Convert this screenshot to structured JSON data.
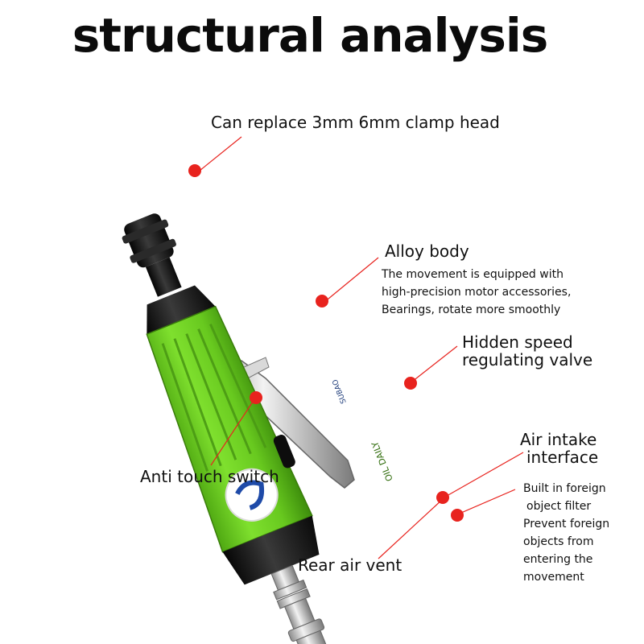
{
  "title": "structural analysis",
  "callouts": {
    "clamp": "Can replace 3mm 6mm clamp head",
    "alloy": "Alloy body",
    "alloy_desc": [
      "The movement is equipped with",
      "high-precision motor accessories,",
      "Bearings, rotate more smoothly"
    ],
    "valve": [
      "Hidden speed",
      "regulating valve"
    ],
    "air": [
      "Air intake",
      "interface"
    ],
    "air_desc": [
      "Built in foreign",
      "object filter",
      "Prevent foreign",
      "objects from",
      "entering the",
      "movement"
    ],
    "switch": "Anti touch switch",
    "vent": "Rear air vent"
  },
  "tool": {
    "brand": "SUBAO",
    "oil_text": "OIL DAILY",
    "body_color": "#6fd124",
    "dark_color": "#161616",
    "logo_color": "#1e4aa8",
    "marker_color": "#e8231e"
  }
}
